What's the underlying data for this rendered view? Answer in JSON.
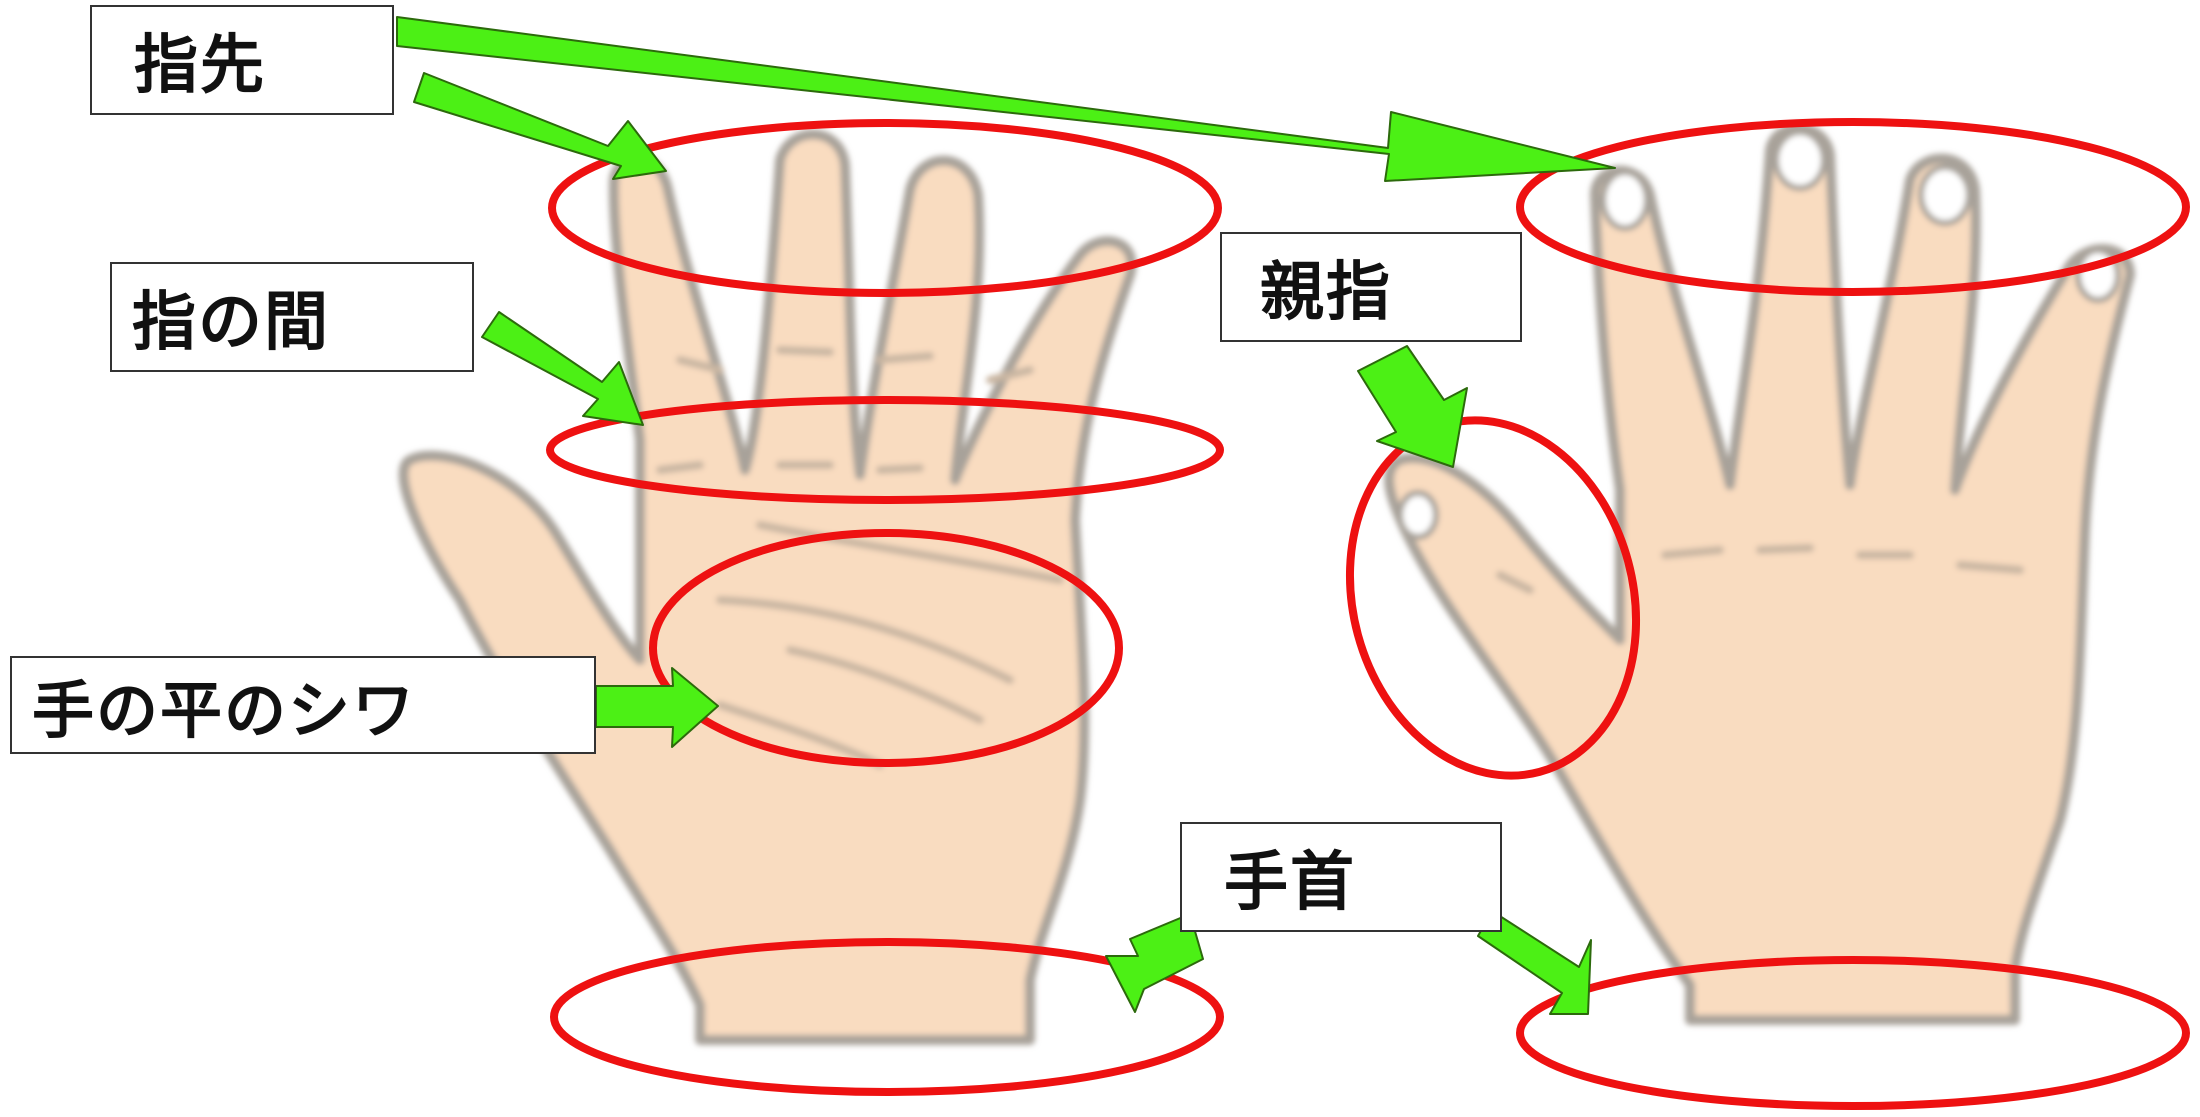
{
  "colors": {
    "skin": "#f9dcc0",
    "outline": "#a8a29a",
    "crease": "#c9b6a2",
    "highlight_ring": "#ee1111",
    "arrow_fill": "#4cf015",
    "arrow_stroke": "#2c6a0c",
    "label_bg": "#ffffff"
  },
  "labels": {
    "fingertip": "指先",
    "between_fingers": "指の間",
    "thumb": "親指",
    "palm_creases": "手の平のシワ",
    "wrist": "手首"
  },
  "icons": {
    "arrow": "green-arrow-icon",
    "ring": "red-ellipse-highlight"
  }
}
